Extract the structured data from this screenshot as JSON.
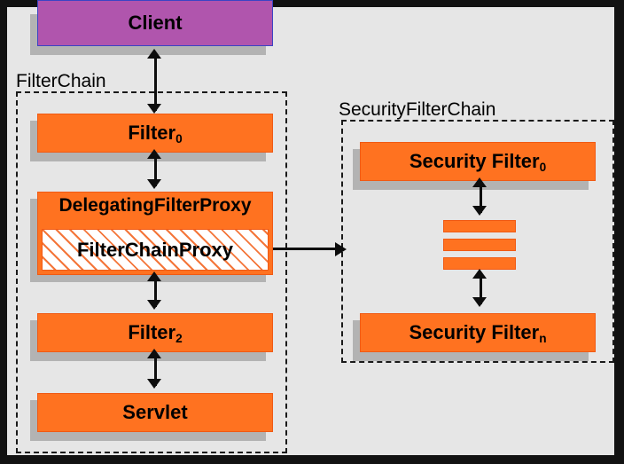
{
  "diagram": {
    "title": "Spring Security FilterChainProxy delegation",
    "background_color": "#e6e6e6",
    "frame_color": "#121212",
    "accent_orange": "#ff7220",
    "accent_purple": "#b055ad"
  },
  "groups": {
    "filter_chain": {
      "label": "FilterChain"
    },
    "security_filter_chain": {
      "label": "SecurityFilterChain"
    }
  },
  "nodes": {
    "client": {
      "label": "Client"
    },
    "filter0": {
      "label": "Filter",
      "sub": "0"
    },
    "delegating_filter_proxy": {
      "label": "DelegatingFilterProxy"
    },
    "filter_chain_proxy": {
      "label": "FilterChainProxy"
    },
    "filter2": {
      "label": "Filter",
      "sub": "2"
    },
    "servlet": {
      "label": "Servlet"
    },
    "security_filter0": {
      "label": "Security Filter",
      "sub": "0"
    },
    "security_filtern": {
      "label": "Security Filter",
      "sub": "n"
    },
    "ellipsis_bars": {
      "count": "3"
    }
  }
}
